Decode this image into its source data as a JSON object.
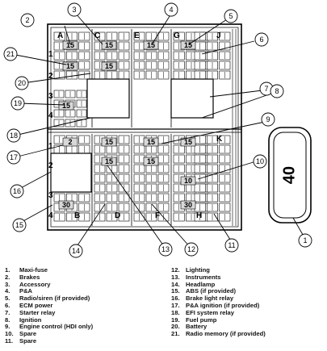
{
  "callouts": [
    "1",
    "2",
    "3",
    "4",
    "5",
    "6",
    "7",
    "8",
    "9",
    "10",
    "11",
    "12",
    "13",
    "14",
    "15",
    "16",
    "17",
    "18",
    "19",
    "20",
    "21"
  ],
  "blocks": {
    "A": "A",
    "B": "B",
    "C": "C",
    "D": "D",
    "E": "E",
    "F": "F",
    "G": "G",
    "H": "H",
    "J": "J",
    "K": "K"
  },
  "row_numbers": [
    "1",
    "2",
    "3",
    "4",
    "1",
    "2",
    "3",
    "4"
  ],
  "fuse_ratings": {
    "r15": "15",
    "r10": "10",
    "r30": "30",
    "r2": "2"
  },
  "maxi_fuse": "40",
  "legend": {
    "left": [
      {
        "num": "1.",
        "text": "Maxi-fuse"
      },
      {
        "num": "2.",
        "text": "Brakes"
      },
      {
        "num": "3.",
        "text": "Accessory"
      },
      {
        "num": "4.",
        "text": "P&A"
      },
      {
        "num": "5.",
        "text": "Radio/siren (if provided)"
      },
      {
        "num": "6.",
        "text": "ECM power"
      },
      {
        "num": "7.",
        "text": "Starter relay"
      },
      {
        "num": "8.",
        "text": "Ignition"
      },
      {
        "num": "9.",
        "text": "Engine control (HDI only)"
      },
      {
        "num": "10.",
        "text": "Spare"
      },
      {
        "num": "11.",
        "text": "Spare"
      }
    ],
    "right": [
      {
        "num": "12.",
        "text": "Lighting"
      },
      {
        "num": "13.",
        "text": "Instruments"
      },
      {
        "num": "14.",
        "text": "Headlamp"
      },
      {
        "num": "15.",
        "text": "ABS (if provided)"
      },
      {
        "num": "16.",
        "text": "Brake light relay"
      },
      {
        "num": "17.",
        "text": "P&A ignition (if provided)"
      },
      {
        "num": "18.",
        "text": "EFI system relay"
      },
      {
        "num": "19.",
        "text": "Fuel pump"
      },
      {
        "num": "20.",
        "text": "Battery"
      },
      {
        "num": "21.",
        "text": "Radio memory (if provided)"
      }
    ]
  }
}
